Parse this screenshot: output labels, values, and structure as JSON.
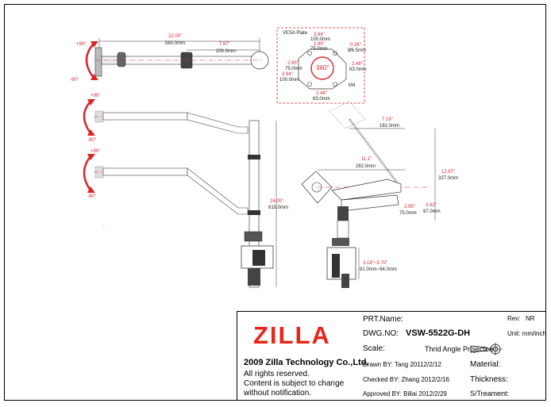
{
  "drawing": {
    "top_view": {
      "rot_pos": "+90°",
      "rot_neg": "-90°",
      "overall_in": "22.05\"",
      "overall_mm": "560.0mm",
      "seg_in": "7.87\"",
      "seg_mm": "200.0mm"
    },
    "side_views": {
      "rot_pos": "+90°",
      "rot_neg": "-90°",
      "height_in": "24.00\"",
      "height_mm": "610.0mm"
    },
    "vesa": {
      "title": "VESA Plate",
      "w100_in": "3.94\"",
      "w100_mm": "100.0mm",
      "w75_in": "2.95\"",
      "w75_mm": "75.0mm",
      "hole_in": "0.26\"",
      "hole_mm": "Ø6.5mm",
      "h75_in": "2.95\"",
      "h75_mm": "75.0mm",
      "h100_in": "3.94\"",
      "h100_mm": "100.0mm",
      "rh_in": "2.48\"",
      "rh_mm": "63.0mm",
      "bottom_in": "2.48\"",
      "bottom_mm": "63.0mm",
      "rotation": "360°",
      "screw": "M4"
    },
    "side_dims": {
      "up_in": "7.16\"",
      "up_mm": "182.0mm",
      "reach_in": "11.1\"",
      "reach_mm": "282.0mm",
      "tall_in": "12.87\"",
      "tall_mm": "327.0mm",
      "d1_in": "2.95\"",
      "d1_mm": "75.0mm",
      "d2_in": "3.82\"",
      "d2_mm": "97.0mm",
      "clamp_in": "3.19\"~3.70\"",
      "clamp_mm": "81.0mm~94.0mm"
    }
  },
  "title_block": {
    "logo": "ZILLA",
    "company": "2009 Zilla Technology Co.,Ltd.",
    "rights": "All rights reserved.",
    "notice_1": "Content is subject to change",
    "notice_2": "without notification.",
    "part_name_label": "PRT.Name:",
    "rev_label": "Rev:",
    "rev_value": "NR",
    "dwg_label": "DWG.NO:",
    "dwg_value": "VSW-5522G-DH",
    "unit_label": "Unit: mm/inch",
    "scale_label": "Scale:",
    "projection": "Thrid Angle Projecton",
    "drawn_by": "Drawn BY:  Tang  20112/2/12",
    "checked_by": "Checked BY:  Zhang  2012/2/16",
    "approved_by": "Approved BY:  Billai  2012/2/29",
    "material_label": "Material:",
    "thickness_label": "Thickness:",
    "treatment_label": "S/Treament:"
  }
}
